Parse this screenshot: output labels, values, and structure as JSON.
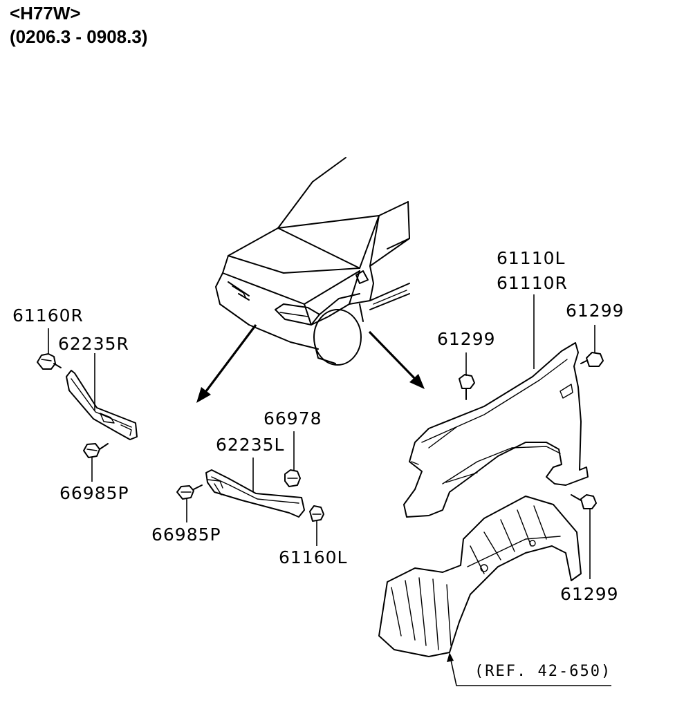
{
  "header": {
    "model": "<H77W>",
    "period": "(0206.3 - 0908.3)"
  },
  "labels": {
    "p61160R": "61160R",
    "p62235R": "62235R",
    "p66985P_right": "66985P",
    "p66978": "66978",
    "p62235L": "62235L",
    "p66985P_left": "66985P",
    "p61160L": "61160L",
    "p61110L": "61110L",
    "p61110R": "61110R",
    "p61299_top_right": "61299",
    "p61299_top": "61299",
    "p61299_bottom": "61299",
    "ref": "(REF. 42-650)"
  },
  "colors": {
    "ink": "#000000",
    "paper": "#ffffff"
  }
}
